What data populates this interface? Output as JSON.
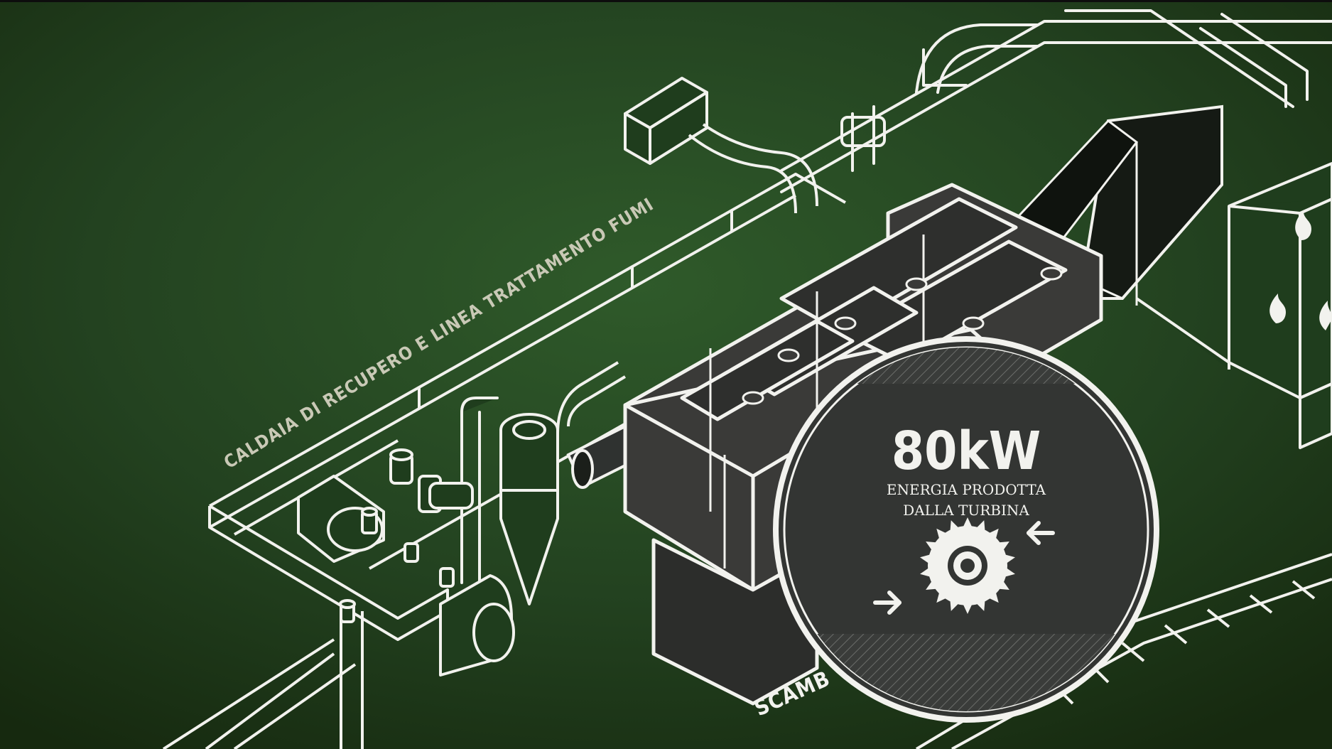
{
  "diagram": {
    "labels": {
      "boiler_line": "CALDAIA DI RECUPERO E LINEA TRATTAMENTO FUMI",
      "exchanger_partial": "SCAMB"
    },
    "turbine_callout": {
      "power_value": "80kW",
      "caption_line1": "ENERGIA PRODOTTA",
      "caption_line2": "DALLA TURBINA"
    },
    "icons": [
      "turbine-gear-icon",
      "arrow-right-icon",
      "arrow-left-icon",
      "flame-icon"
    ],
    "colors": {
      "background": "#1f3d1d",
      "background_highlight": "#2e5529",
      "line": "#f2f2ee",
      "machine_fill": "#3a3a38",
      "machine_dark": "#1b1f1a",
      "label_text": "#c9c9b6",
      "callout_fill": "#333533"
    }
  }
}
